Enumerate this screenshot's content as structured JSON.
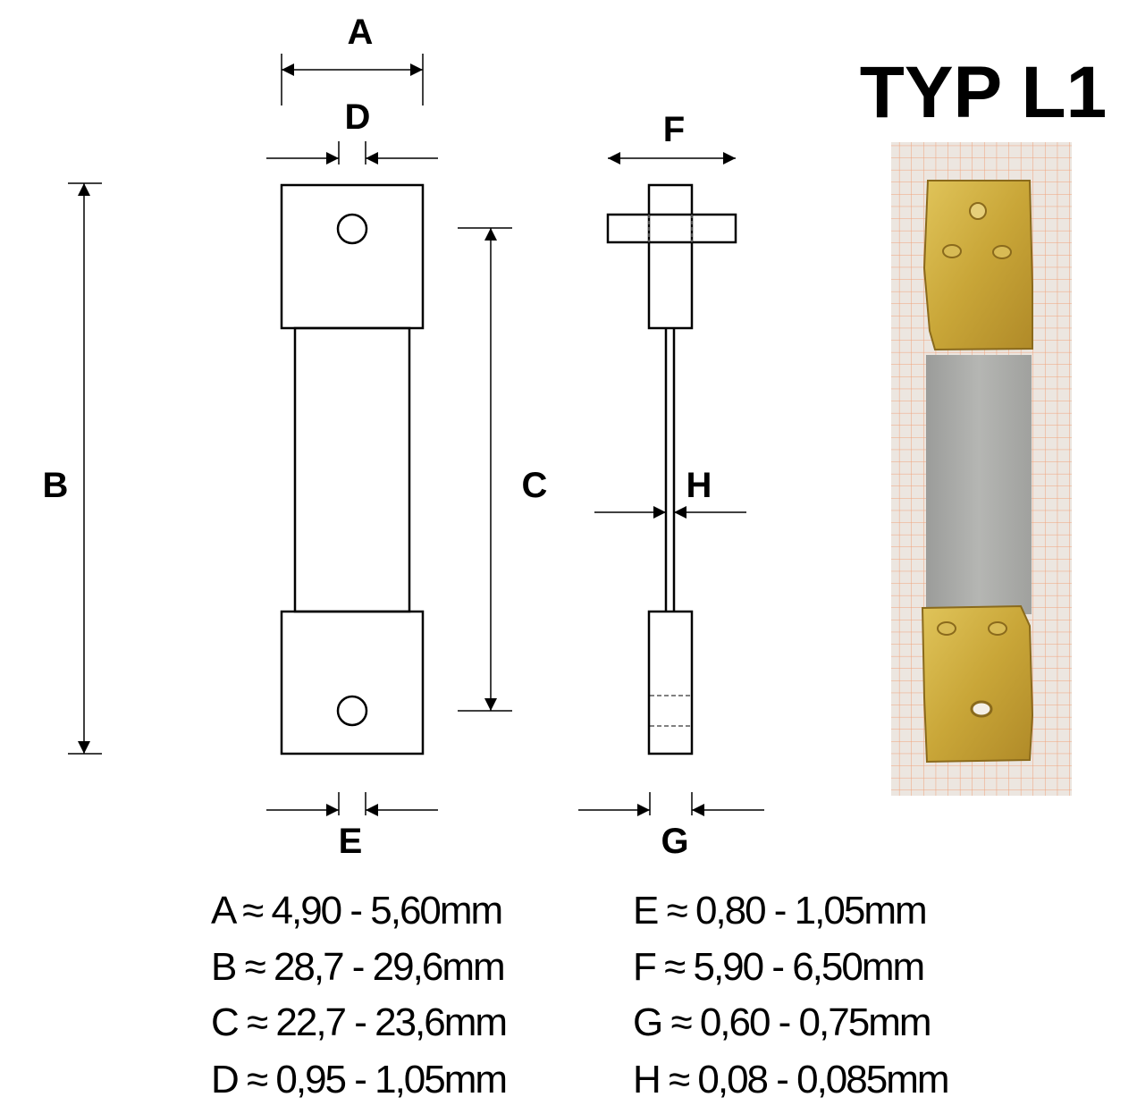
{
  "title": "TYP L1",
  "labels": {
    "A": "A",
    "B": "B",
    "C": "C",
    "D": "D",
    "E": "E",
    "F": "F",
    "G": "G",
    "H": "H"
  },
  "specs_left": [
    "A ≈ 4,90 - 5,60mm",
    "B ≈ 28,7 - 29,6mm",
    "C ≈ 22,7 - 23,6mm",
    "D ≈ 0,95 - 1,05mm"
  ],
  "specs_right": [
    "E ≈ 0,80 - 1,05mm",
    "F ≈ 5,90 - 6,50mm",
    "G ≈ 0,60 - 0,75mm",
    "H ≈ 0,08 - 0,085mm"
  ],
  "colors": {
    "gold": "#c9a638",
    "silver": "#a9aaa8",
    "grid": "#f0a27a",
    "paper": "#ece6e0"
  }
}
